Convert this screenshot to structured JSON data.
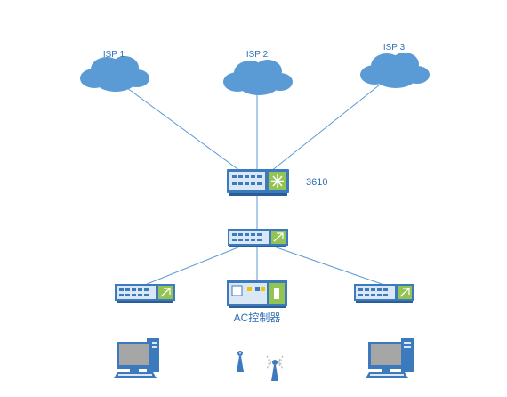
{
  "colors": {
    "accent": "#5b9bd5",
    "line": "#5b9bd5",
    "label": "#2f6fb5",
    "device_body": "#3d79bd",
    "device_panel": "#dae8f5",
    "green_module": "#92c353",
    "monitor_screen": "#a6a6a6"
  },
  "isps": [
    {
      "label": "ISP 1",
      "icon": "cloud-icon"
    },
    {
      "label": "ISP 2",
      "icon": "cloud-icon"
    },
    {
      "label": "ISP 3",
      "icon": "cloud-icon"
    }
  ],
  "core_router": {
    "label": "3610",
    "icon": "router-icon"
  },
  "aggregation_switch": {
    "label": "",
    "icon": "switch-icon"
  },
  "access_switches": [
    {
      "label": "",
      "icon": "switch-icon"
    },
    {
      "label": "",
      "icon": "switch-icon"
    }
  ],
  "ac_controller": {
    "label": "AC控制器",
    "icon": "ac-controller-icon"
  },
  "endpoints": [
    {
      "label": "",
      "icon": "desktop-pc-icon"
    },
    {
      "label": "",
      "icon": "access-point-icon"
    },
    {
      "label": "",
      "icon": "wireless-access-point-icon"
    },
    {
      "label": "",
      "icon": "desktop-pc-icon"
    }
  ]
}
